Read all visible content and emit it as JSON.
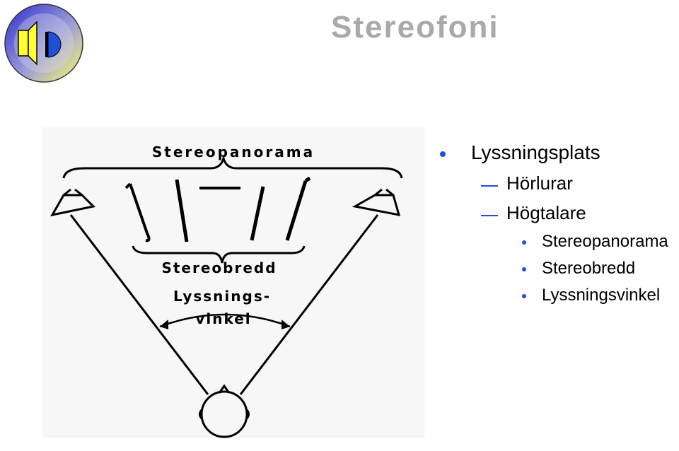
{
  "title": "Stereofoni",
  "logo": {
    "icon": "speaker-icon",
    "colors": {
      "ring_top": "#3b3bd6",
      "ring_bottom": "#ffff66",
      "speaker": "#ffff33",
      "dot": "#1f4fd8"
    }
  },
  "diagram": {
    "labels": {
      "panorama": "Stereopanorama",
      "width": "Stereobredd",
      "angle_line1": "Lyssnings-",
      "angle_line2": "vinkel"
    }
  },
  "bullets": {
    "level1": "Lyssningsplats",
    "level2": [
      "Hörlurar",
      "Högtalare"
    ],
    "level3": [
      "Stereopanorama",
      "Stereobredd",
      "Lyssningsvinkel"
    ]
  },
  "colors": {
    "title": "#a9a9a9",
    "bullet": "#1f4fd8"
  }
}
